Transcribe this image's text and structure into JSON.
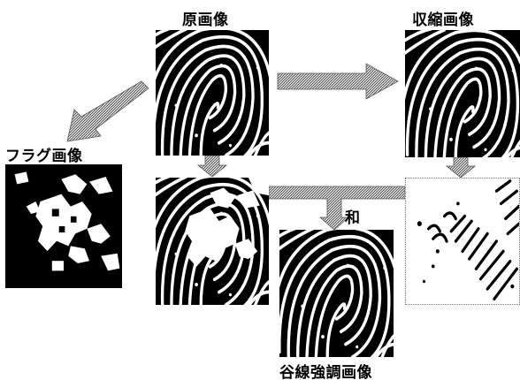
{
  "labels": {
    "original": "原画像",
    "shrunk": "収縮画像",
    "flag": "フラグ画像",
    "sum": "和",
    "valley": "谷線強調画像"
  },
  "colors": {
    "ink": "#000000",
    "paper": "#ffffff",
    "arrow_fill": "#a8a8a8",
    "arrow_edge": "#555555"
  }
}
